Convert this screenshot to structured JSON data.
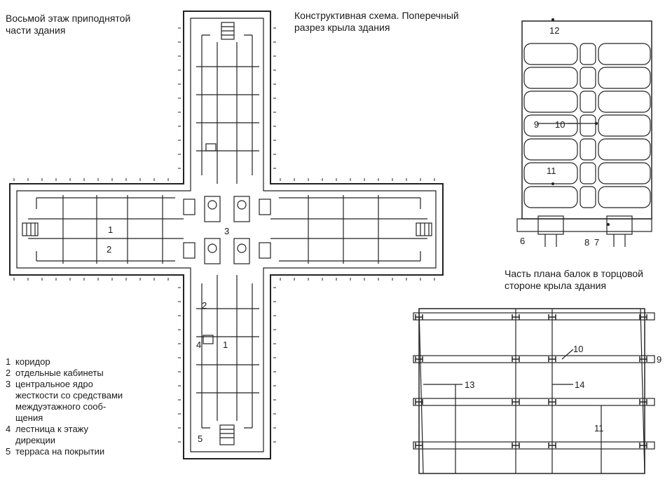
{
  "captions": {
    "floor_plan": "Восьмой этаж приподнятой\nчасти здания",
    "section": "Конструктивная схема. Поперечный\nразрез крыла здания",
    "beam_plan": "Часть плана балок в торцовой\nстороне крыла здания"
  },
  "plan_labels": {
    "corridor_west": "1",
    "offices_west": "2",
    "core": "3",
    "offices_south": "2",
    "stair_south": "4",
    "corridor_south": "1",
    "terrace": "5"
  },
  "section_labels": {
    "l12": "12",
    "l9": "9",
    "l10": "10",
    "l11": "11",
    "l6": "6",
    "l8": "8",
    "l7": "7"
  },
  "beam_labels": {
    "l10": "10",
    "l9": "9",
    "l13": "13",
    "l14": "14",
    "l11": "11"
  },
  "legend": [
    {
      "num": "1",
      "text": "коридор"
    },
    {
      "num": "2",
      "text": "отдельные кабинеты"
    },
    {
      "num": "3",
      "text": "центральное ядро\nжесткости со средствами\nмеждуэтажного сооб-\nщения"
    },
    {
      "num": "4",
      "text": "лестница к этажу\nдирекции"
    },
    {
      "num": "5",
      "text": "терраса на покрытии"
    }
  ]
}
